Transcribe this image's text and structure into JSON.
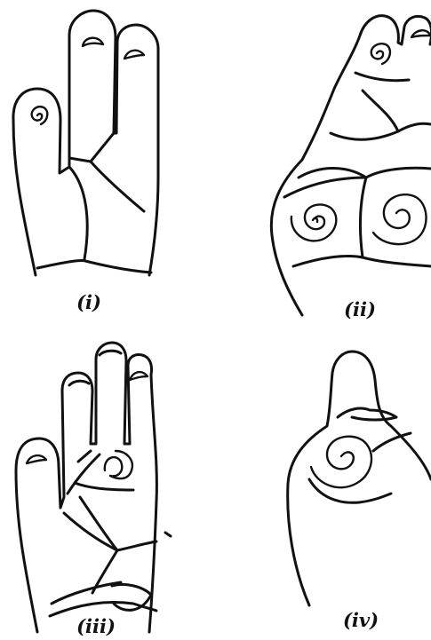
{
  "panels": [
    {
      "id": "i",
      "label": "(i)"
    },
    {
      "id": "ii",
      "label": "(ii)"
    },
    {
      "id": "iii",
      "label": "(iii)"
    },
    {
      "id": "iv",
      "label": "(iv)"
    }
  ],
  "colors": {
    "ink": "#111111",
    "background": "#ffffff"
  }
}
